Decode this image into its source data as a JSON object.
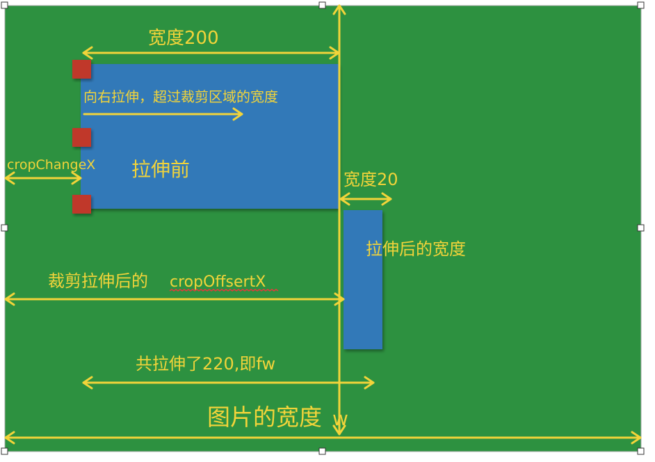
{
  "colors": {
    "canvas_bg": "#2d9140",
    "canvas_border": "#9a9a9a",
    "arrow": "#f2d43a",
    "label_text": "#f2d43a",
    "box_blue": "#3279b8",
    "handle_red": "#c0392b",
    "spell_underline": "#e23b3b",
    "selection_handle_fill": "#ffffff",
    "selection_handle_stroke": "#333333"
  },
  "labels": {
    "width_200": "宽度200",
    "stretch_right": "向右拉伸，超过裁剪区域的宽度",
    "crop_change_x": "cropChangeX",
    "before_stretch": "拉伸前",
    "width_20": "宽度20",
    "after_stretch_width": "拉伸后的宽度",
    "crop_offset_prefix": "裁剪拉伸后的",
    "crop_offset_term": "cropOffsertX",
    "total_stretch": "共拉伸了220,即fw",
    "image_width_prefix": "图片的宽度",
    "image_width_suffix": "w"
  }
}
